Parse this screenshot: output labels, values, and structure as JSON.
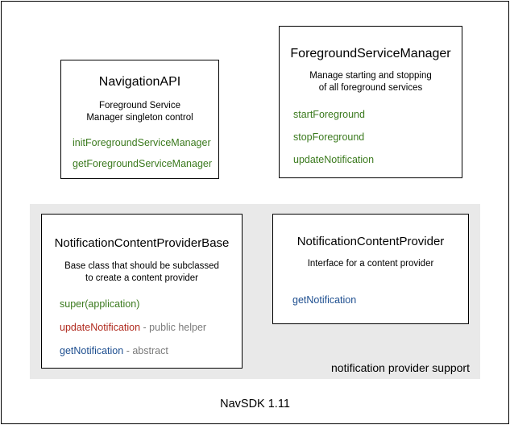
{
  "diagram": {
    "footer": "NavSDK 1.11",
    "panel_label": "notification provider support",
    "colors": {
      "method_green": "#3b7a1e",
      "method_red": "#b02a1e",
      "method_blue": "#1d4e8f",
      "annotation_gray": "#7a7a7a",
      "panel_bg": "#e9e9e9",
      "box_border": "#000000"
    },
    "boxes": {
      "navigation_api": {
        "title": "NavigationAPI",
        "description": [
          "Foreground Service",
          "Manager singleton control"
        ],
        "methods": [
          {
            "label": "initForegroundServiceManager",
            "color": "green",
            "annotation": ""
          },
          {
            "label": "getForegroundServiceManager",
            "color": "green",
            "annotation": ""
          }
        ]
      },
      "foreground_service_manager": {
        "title": "ForegroundServiceManager",
        "description": [
          "Manage starting and stopping",
          "of all foreground services"
        ],
        "methods": [
          {
            "label": "startForeground",
            "color": "green",
            "annotation": ""
          },
          {
            "label": "stopForeground",
            "color": "green",
            "annotation": ""
          },
          {
            "label": "updateNotification",
            "color": "green",
            "annotation": ""
          }
        ]
      },
      "notification_content_provider_base": {
        "title": "NotificationContentProviderBase",
        "description": [
          "Base class that should be subclassed",
          "to create a content provider"
        ],
        "methods": [
          {
            "label": "super(application)",
            "color": "green",
            "annotation": ""
          },
          {
            "label": "updateNotification",
            "color": "red",
            "annotation": " - public helper"
          },
          {
            "label": "getNotification",
            "color": "blue",
            "annotation": " - abstract"
          }
        ]
      },
      "notification_content_provider": {
        "title": "NotificationContentProvider",
        "description": [
          "Interface for a content provider"
        ],
        "methods": [
          {
            "label": "getNotification",
            "color": "blue",
            "annotation": ""
          }
        ]
      }
    }
  }
}
